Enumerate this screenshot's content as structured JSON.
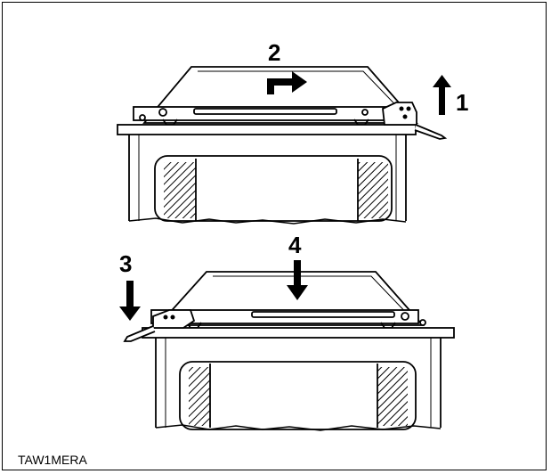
{
  "figure": {
    "caption": "TAW1MERA",
    "steps": [
      {
        "label": "1",
        "direction": "up"
      },
      {
        "label": "2",
        "direction": "right"
      },
      {
        "label": "3",
        "direction": "down"
      },
      {
        "label": "4",
        "direction": "down"
      }
    ]
  }
}
